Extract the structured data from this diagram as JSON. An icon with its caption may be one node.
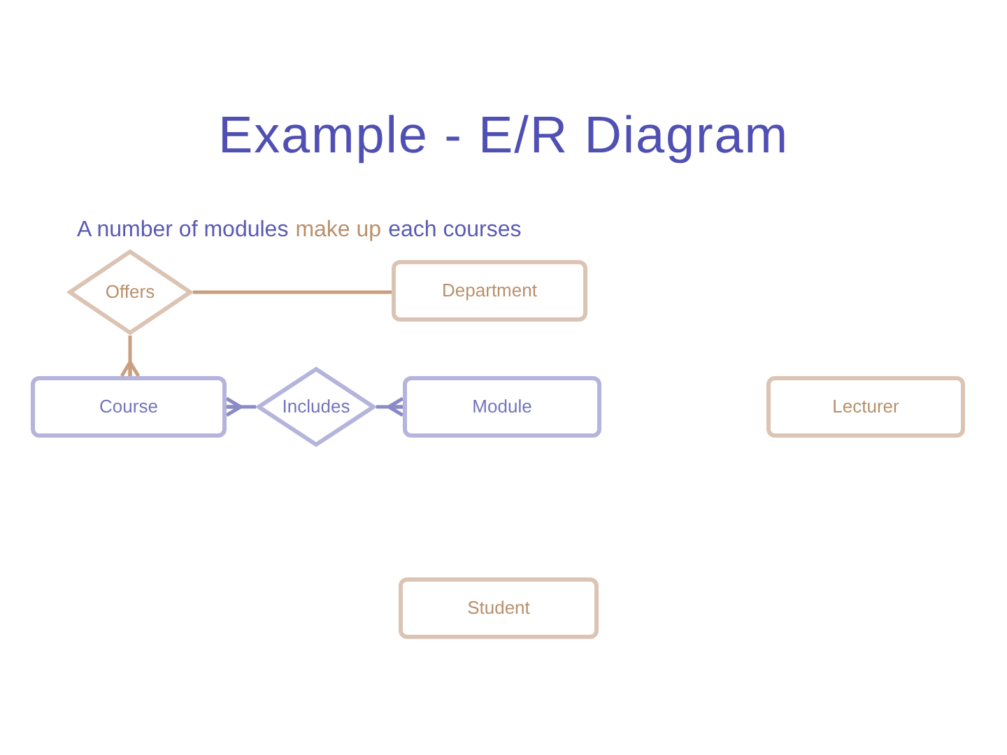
{
  "diagram": {
    "title": "Example - E/R Diagram",
    "nodes": [
      {
        "text": [
          "Offers"
        ]
      },
      {
        "text": [
          "Department"
        ]
      },
      {
        "text": [
          "Course"
        ]
      },
      {
        "text": [
          "Includes"
        ]
      },
      {
        "text": [
          "Module"
        ]
      },
      {
        "text": [
          "Lecturer"
        ]
      },
      {
        "text": [
          "Student"
        ]
      }
    ],
    "edges": [
      {
        "from": 0,
        "to": 1,
        "arrow": "none",
        "color": "#c8a080"
      },
      {
        "from": 0,
        "to": 2,
        "arrow": "other",
        "color": "#c8a080"
      },
      {
        "from": 3,
        "to": 2,
        "arrow": "other",
        "color": "#8a8ac8"
      },
      {
        "from": 3,
        "to": 4,
        "arrow": "other",
        "color": "#8a8ac8"
      }
    ],
    "labels": [
      "A number of modules",
      "make up",
      "each courses"
    ]
  }
}
